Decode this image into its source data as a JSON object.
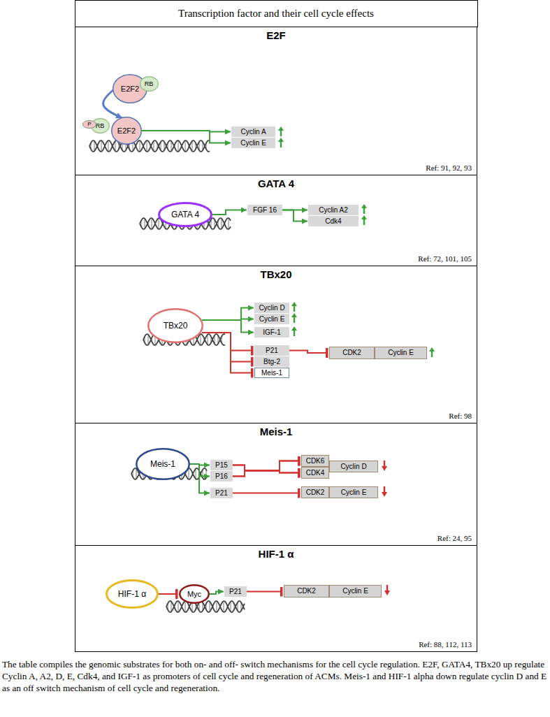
{
  "diagram": {
    "title": "Transcription factor and their cell cycle effects",
    "caption": "The table compiles the genomic substrates for both on- and off- switch mechanisms for the cell cycle regulation. E2F, GATA4, TBx20 up regulate Cyclin A, A2, D, E, Cdk4, and IGF-1 as promoters of cell cycle and regeneration of ACMs. Meis-1 and HIF-1 alpha down regulate cyclin D and E as an off switch mechanism of cell cycle and regeneration.",
    "nodes": [
      {
        "text": [
          "E2F",
          "Ref: 91, 92, 93"
        ]
      },
      {
        "text": [
          "E2F2"
        ],
        "in": 0
      },
      {
        "text": [
          "RB"
        ],
        "in": 0
      },
      {
        "text": [
          "E2F2"
        ],
        "in": 0
      },
      {
        "text": [
          "RB"
        ],
        "in": 0
      },
      {
        "text": [
          "P"
        ],
        "in": 0
      },
      {
        "text": [
          "Cyclin A"
        ],
        "in": 0
      },
      {
        "text": [
          "Cyclin E"
        ],
        "in": 0
      },
      {
        "text": [
          "GATA 4",
          "Ref: 72, 101, 105"
        ]
      },
      {
        "text": [
          "GATA 4"
        ],
        "in": 8
      },
      {
        "text": [
          "FGF 16"
        ],
        "in": 8
      },
      {
        "text": [
          "Cyclin A2"
        ],
        "in": 8
      },
      {
        "text": [
          "Cdk4"
        ],
        "in": 8
      },
      {
        "text": [
          "TBx20",
          "Ref: 98"
        ]
      },
      {
        "text": [
          "TBx20"
        ],
        "in": 13
      },
      {
        "text": [
          "Cyclin D"
        ],
        "in": 13
      },
      {
        "text": [
          "Cyclin E"
        ],
        "in": 13
      },
      {
        "text": [
          "IGF-1"
        ],
        "in": 13
      },
      {
        "text": [
          "P21"
        ],
        "in": 13
      },
      {
        "text": [
          "Btg-2"
        ],
        "in": 13
      },
      {
        "text": [
          "Meis-1"
        ],
        "in": 13
      },
      {
        "text": [
          "CDK2"
        ],
        "in": 13
      },
      {
        "text": [
          "Cyclin E"
        ],
        "in": 13
      },
      {
        "text": [
          "Meis-1",
          "Ref: 24, 95"
        ]
      },
      {
        "text": [
          "Meis-1"
        ],
        "in": 23
      },
      {
        "text": [
          "P15"
        ],
        "in": 23
      },
      {
        "text": [
          "P16"
        ],
        "in": 23
      },
      {
        "text": [
          "P21"
        ],
        "in": 23
      },
      {
        "text": [
          "CDK6"
        ],
        "in": 23
      },
      {
        "text": [
          "CDK4"
        ],
        "in": 23
      },
      {
        "text": [
          "Cyclin D"
        ],
        "in": 23
      },
      {
        "text": [
          "CDK2"
        ],
        "in": 23
      },
      {
        "text": [
          "Cyclin E"
        ],
        "in": 23
      },
      {
        "text": [
          "HIF-1 α",
          "Ref: 88, 112, 113"
        ]
      },
      {
        "text": [
          "HIF-1 α"
        ],
        "in": 33
      },
      {
        "text": [
          "Myc"
        ],
        "in": 33
      },
      {
        "text": [
          "P21"
        ],
        "in": 33
      },
      {
        "text": [
          "CDK2"
        ],
        "in": 33
      },
      {
        "text": [
          "Cyclin E"
        ],
        "in": 33
      }
    ],
    "edges": [
      {
        "from": 1,
        "to": 3,
        "arrow": "to"
      },
      {
        "from": 3,
        "to": 6,
        "arrow": "to"
      },
      {
        "from": 3,
        "to": 7,
        "arrow": "to"
      },
      {
        "from": 9,
        "to": 10,
        "arrow": "to"
      },
      {
        "from": 10,
        "to": 11,
        "arrow": "to"
      },
      {
        "from": 10,
        "to": 12,
        "arrow": "to"
      },
      {
        "from": 14,
        "to": 15,
        "arrow": "to"
      },
      {
        "from": 14,
        "to": 16,
        "arrow": "to"
      },
      {
        "from": 14,
        "to": 17,
        "arrow": "to"
      },
      {
        "from": 14,
        "to": 18,
        "arrow": "to"
      },
      {
        "from": 14,
        "to": 19,
        "arrow": "to"
      },
      {
        "from": 14,
        "to": 20,
        "arrow": "to"
      },
      {
        "from": 18,
        "to": 21,
        "arrow": "to"
      },
      {
        "from": 24,
        "to": 25,
        "arrow": "to"
      },
      {
        "from": 24,
        "to": 26,
        "arrow": "to"
      },
      {
        "from": 24,
        "to": 27,
        "arrow": "to"
      },
      {
        "from": 25,
        "to": 28,
        "arrow": "to"
      },
      {
        "from": 25,
        "to": 29,
        "arrow": "to"
      },
      {
        "from": 26,
        "to": 28,
        "arrow": "to"
      },
      {
        "from": 26,
        "to": 29,
        "arrow": "to"
      },
      {
        "from": 27,
        "to": 31,
        "arrow": "to"
      },
      {
        "from": 34,
        "to": 35,
        "arrow": "to"
      },
      {
        "from": 35,
        "to": 36,
        "arrow": "to"
      },
      {
        "from": 36,
        "to": 37,
        "arrow": "to"
      }
    ]
  }
}
